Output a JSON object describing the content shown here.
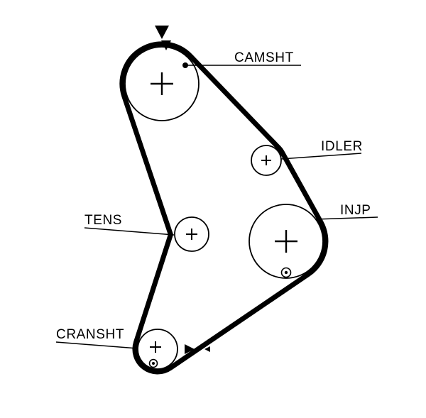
{
  "diagram": {
    "type": "timing-belt-routing-diagram",
    "colors": {
      "line": "#000000",
      "background": "#ffffff"
    },
    "labels": {
      "camshaft": "CAMSHT",
      "idler": "IDLER",
      "injection_pump": "INJP",
      "tensioner": "TENS",
      "crankshaft": "CRANSHT"
    }
  }
}
